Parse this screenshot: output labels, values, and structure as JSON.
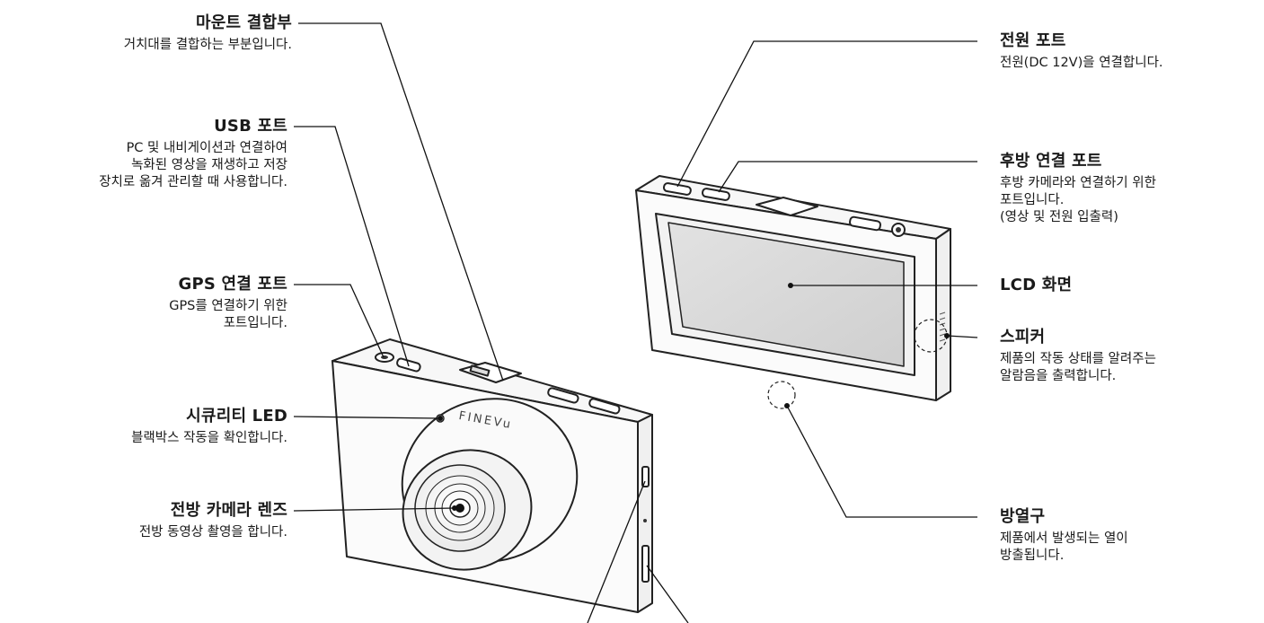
{
  "brand": "FINEVu",
  "callouts": {
    "mount": {
      "title": "마운트 결합부",
      "desc": [
        "거치대를 결합하는 부분입니다."
      ]
    },
    "usb": {
      "title": "USB 포트",
      "desc": [
        "PC 및 내비게이션과 연결하여",
        "녹화된 영상을 재생하고 저장",
        "장치로 옮겨 관리할 때 사용합니다."
      ]
    },
    "gps": {
      "title": "GPS 연결 포트",
      "desc": [
        "GPS를 연결하기 위한",
        "포트입니다."
      ]
    },
    "led": {
      "title": "시큐리티 LED",
      "desc": [
        "블랙박스 작동을 확인합니다."
      ]
    },
    "lens": {
      "title": "전방 카메라 렌즈",
      "desc": [
        "전방 동영상 촬영을 합니다."
      ]
    },
    "power": {
      "title": "전원 포트",
      "desc": [
        "전원(DC 12V)을 연결합니다."
      ]
    },
    "rear": {
      "title": "후방 연결 포트",
      "desc": [
        "후방 카메라와 연결하기 위한",
        "포트입니다.",
        "(영상 및 전원 입출력)"
      ]
    },
    "lcd": {
      "title": "LCD 화면",
      "desc": []
    },
    "speaker": {
      "title": "스피커",
      "desc": [
        "제품의 작동 상태를 알려주는",
        "알람음을 출력합니다."
      ]
    },
    "vent": {
      "title": "방열구",
      "desc": [
        "제품에서 발생되는 열이",
        "방출됩니다."
      ]
    }
  }
}
